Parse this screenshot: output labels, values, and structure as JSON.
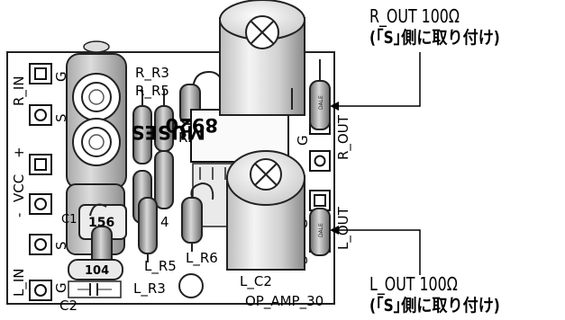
{
  "board": {
    "pins": [
      "R_IN",
      "G",
      "S",
      "VCC",
      "+",
      "-",
      "S",
      "G",
      "L_IN",
      "G",
      "R_OUT",
      "S",
      "G",
      "L_OUT"
    ],
    "labels": {
      "c1": "C1",
      "c2": "C2",
      "c2b": "C2",
      "r3": "R3",
      "r3_prefix": "R_",
      "r5": "R5",
      "r5_prefix": "R_",
      "r2": "R2",
      "r6": "R6",
      "r6b": "R6",
      "l_r5": "L_R5",
      "l_r3": "L_R3",
      "l_r6": "L_R6",
      "l_c2": "L_C2",
      "four": "4",
      "board_name": "OP_AMP_30"
    },
    "chip": {
      "line1": "MUSES",
      "line2": "8920"
    },
    "caps": {
      "c156": "156",
      "c104": "104"
    },
    "resistor_brand": "DALE"
  },
  "callouts": {
    "r_out": {
      "title": "R_OUT 100Ω",
      "note": "(｢S｣側に取り付け)"
    },
    "l_out": {
      "title": "L_OUT 100Ω",
      "note": "(｢S｣側に取り付け)"
    }
  }
}
